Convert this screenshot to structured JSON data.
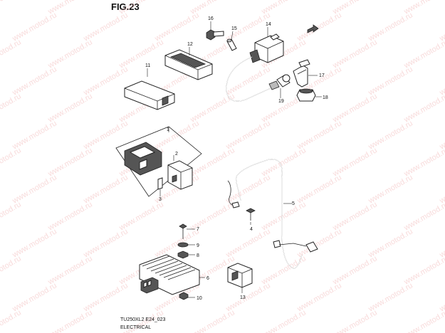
{
  "figure": {
    "title": "FIG.23",
    "footer_code": "TU250XL2 E24_023",
    "footer_section": "ELECTRICAL",
    "watermark": "www.motod.ru"
  },
  "callouts": {
    "p1": "1",
    "p2": "2",
    "p3": "3",
    "p4": "4",
    "p5": "5",
    "p6": "6",
    "p7": "7",
    "p8": "8",
    "p9": "9",
    "p10": "10",
    "p11": "11",
    "p12": "12",
    "p13": "13",
    "p14": "14",
    "p15": "15",
    "p16": "16",
    "p17": "17",
    "p18": "18",
    "p19": "19"
  },
  "colors": {
    "line": "#222222",
    "watermark": "#f0b0b0",
    "shade": "#555555"
  }
}
